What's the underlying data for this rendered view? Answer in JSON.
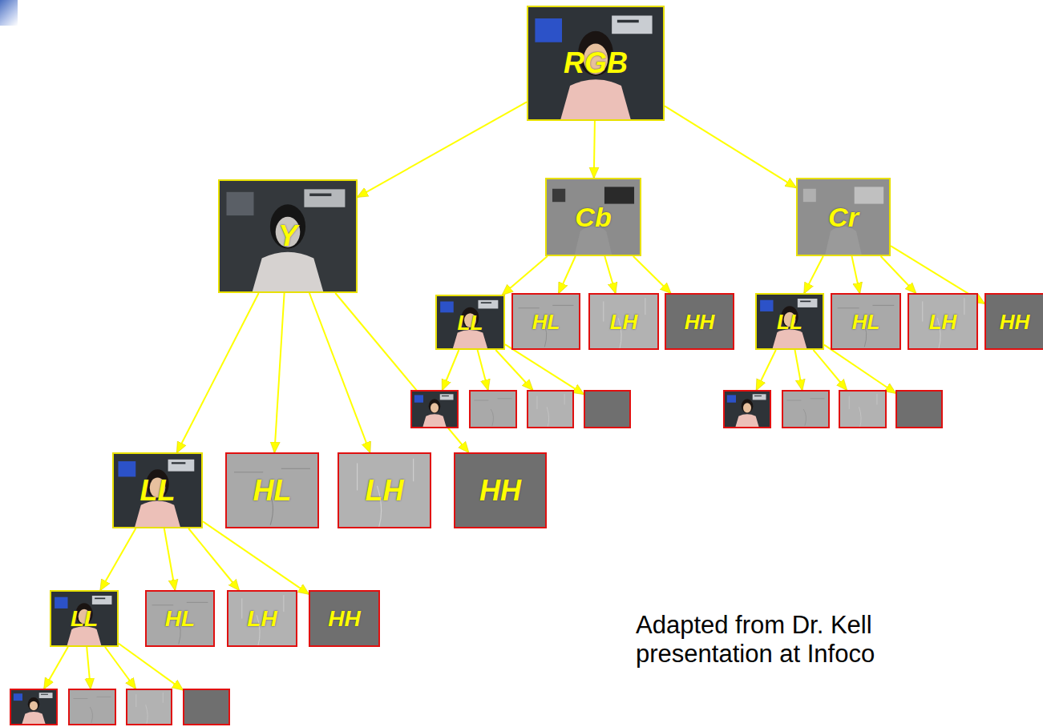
{
  "diagram": {
    "nodes": [
      {
        "text": [
          "RGB"
        ]
      },
      {
        "text": [
          "Y"
        ]
      },
      {
        "text": [
          "Cb"
        ]
      },
      {
        "text": [
          "Cr"
        ]
      },
      {
        "text": [
          "LL"
        ]
      },
      {
        "text": [
          "HL"
        ]
      },
      {
        "text": [
          "LH"
        ]
      },
      {
        "text": [
          "HH"
        ]
      },
      {
        "text": [
          "LL"
        ]
      },
      {
        "text": [
          "HL"
        ]
      },
      {
        "text": [
          "LH"
        ]
      },
      {
        "text": [
          "HH"
        ]
      },
      {
        "text": []
      },
      {
        "text": []
      },
      {
        "text": []
      },
      {
        "text": []
      },
      {
        "text": []
      },
      {
        "text": []
      },
      {
        "text": []
      },
      {
        "text": []
      },
      {
        "text": [
          "LL"
        ]
      },
      {
        "text": [
          "HL"
        ]
      },
      {
        "text": [
          "LH"
        ]
      },
      {
        "text": [
          "HH"
        ]
      },
      {
        "text": [
          "LL"
        ]
      },
      {
        "text": [
          "HL"
        ]
      },
      {
        "text": [
          "LH"
        ]
      },
      {
        "text": [
          "HH"
        ]
      },
      {
        "text": []
      },
      {
        "text": []
      },
      {
        "text": []
      },
      {
        "text": []
      }
    ],
    "edges": [
      {
        "from": 0,
        "to": 1,
        "arrow": "to"
      },
      {
        "from": 0,
        "to": 2,
        "arrow": "to"
      },
      {
        "from": 0,
        "to": 3,
        "arrow": "to"
      },
      {
        "from": 1,
        "to": 20,
        "arrow": "to"
      },
      {
        "from": 1,
        "to": 21,
        "arrow": "to"
      },
      {
        "from": 1,
        "to": 22,
        "arrow": "to"
      },
      {
        "from": 1,
        "to": 23,
        "arrow": "to"
      },
      {
        "from": 2,
        "to": 4,
        "arrow": "to"
      },
      {
        "from": 2,
        "to": 5,
        "arrow": "to"
      },
      {
        "from": 2,
        "to": 6,
        "arrow": "to"
      },
      {
        "from": 2,
        "to": 7,
        "arrow": "to"
      },
      {
        "from": 3,
        "to": 8,
        "arrow": "to"
      },
      {
        "from": 3,
        "to": 9,
        "arrow": "to"
      },
      {
        "from": 3,
        "to": 10,
        "arrow": "to"
      },
      {
        "from": 3,
        "to": 11,
        "arrow": "to"
      },
      {
        "from": 4,
        "to": 12,
        "arrow": "to"
      },
      {
        "from": 4,
        "to": 13,
        "arrow": "to"
      },
      {
        "from": 4,
        "to": 14,
        "arrow": "to"
      },
      {
        "from": 4,
        "to": 15,
        "arrow": "to"
      },
      {
        "from": 8,
        "to": 16,
        "arrow": "to"
      },
      {
        "from": 8,
        "to": 17,
        "arrow": "to"
      },
      {
        "from": 8,
        "to": 18,
        "arrow": "to"
      },
      {
        "from": 8,
        "to": 19,
        "arrow": "to"
      },
      {
        "from": 20,
        "to": 24,
        "arrow": "to"
      },
      {
        "from": 20,
        "to": 25,
        "arrow": "to"
      },
      {
        "from": 20,
        "to": 26,
        "arrow": "to"
      },
      {
        "from": 20,
        "to": 27,
        "arrow": "to"
      },
      {
        "from": 24,
        "to": 28,
        "arrow": "to"
      },
      {
        "from": 24,
        "to": 29,
        "arrow": "to"
      },
      {
        "from": 24,
        "to": 30,
        "arrow": "to"
      },
      {
        "from": 24,
        "to": 31,
        "arrow": "to"
      }
    ],
    "labels": [
      "Adapted from Dr. Kell",
      "presentation at Infoco"
    ]
  }
}
